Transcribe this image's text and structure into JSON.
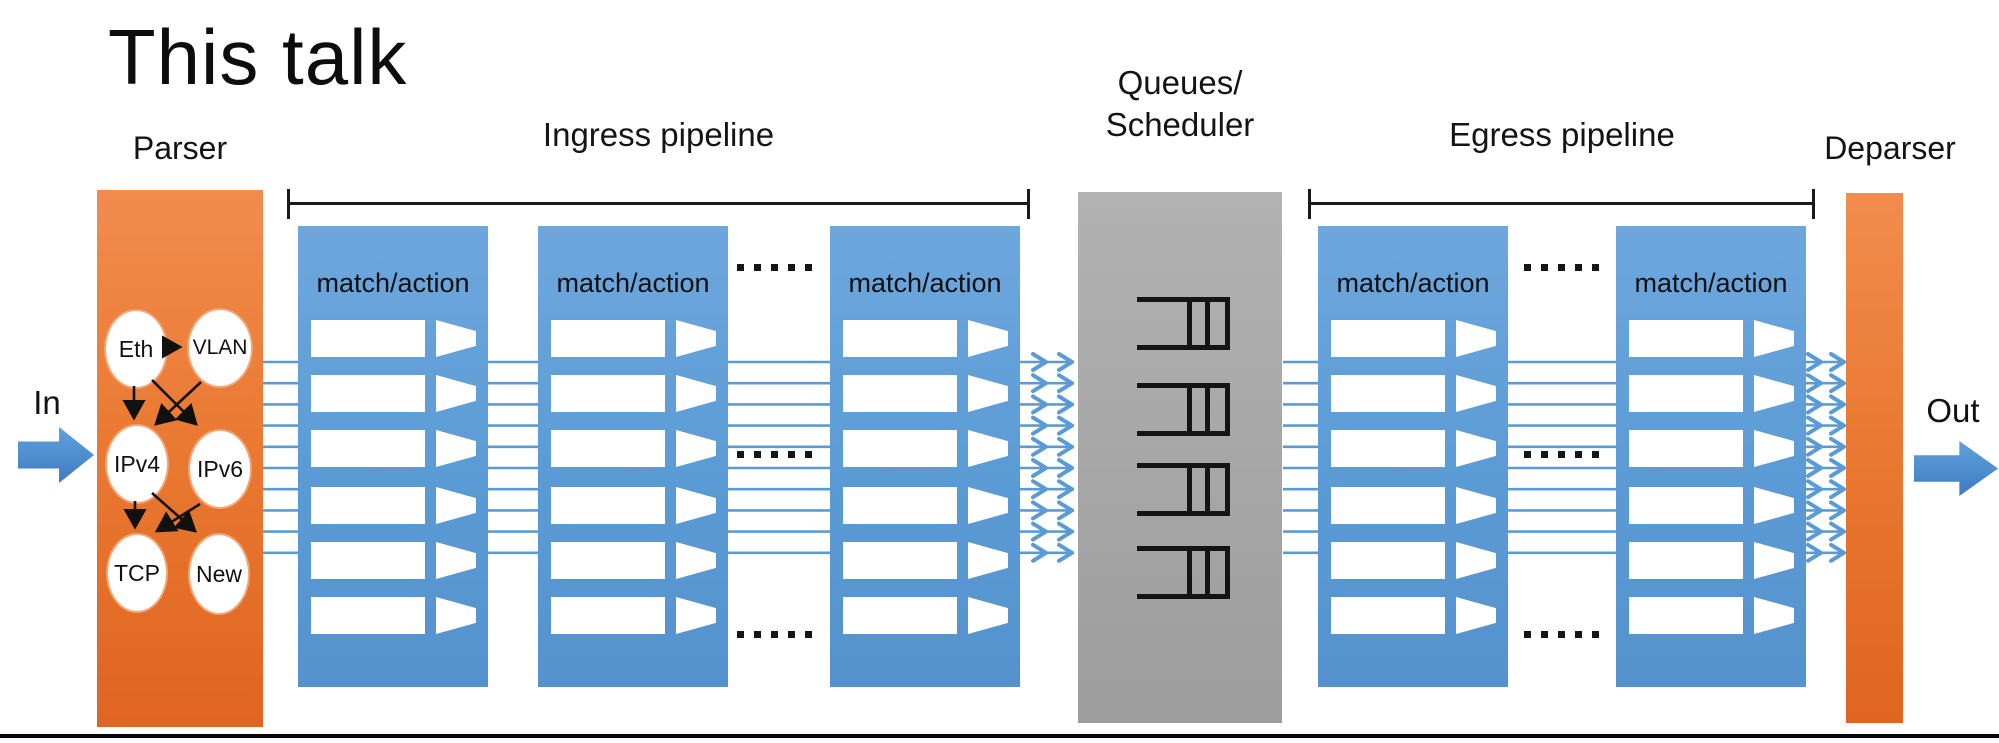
{
  "slide": {
    "title": "This talk"
  },
  "labels": {
    "parser": "Parser",
    "ingress_pipeline": "Ingress pipeline",
    "queues_line1": "Queues/",
    "queues_line2": "Scheduler",
    "egress_pipeline": "Egress pipeline",
    "deparser": "Deparser",
    "in": "In",
    "out": "Out"
  },
  "parser_graph": {
    "nodes": [
      {
        "id": "eth",
        "label": "Eth"
      },
      {
        "id": "vlan",
        "label": "VLAN"
      },
      {
        "id": "ipv4",
        "label": "IPv4"
      },
      {
        "id": "ipv6",
        "label": "IPv6"
      },
      {
        "id": "tcp",
        "label": "TCP"
      },
      {
        "id": "new",
        "label": "New"
      }
    ],
    "edges": [
      "Eth→VLAN",
      "Eth→IPv4",
      "Eth→IPv6",
      "VLAN→IPv4",
      "IPv4→TCP",
      "IPv4→New",
      "IPv6→TCP"
    ]
  },
  "ingress": {
    "stages": [
      {
        "label": "match/action"
      },
      {
        "label": "match/action"
      },
      {
        "label": "match/action"
      }
    ]
  },
  "egress": {
    "stages": [
      {
        "label": "match/action"
      },
      {
        "label": "match/action"
      }
    ]
  },
  "queues": {
    "queue_count": 4
  },
  "flows": {
    "lane_count": 10
  },
  "colors": {
    "stage_blue": "#5b9bd5",
    "flow_blue": "#5b9bd5",
    "orange": "#ed7d31",
    "gray": "#ababab",
    "io_arrow_blue": "#4f8fd0",
    "text": "#141414"
  }
}
